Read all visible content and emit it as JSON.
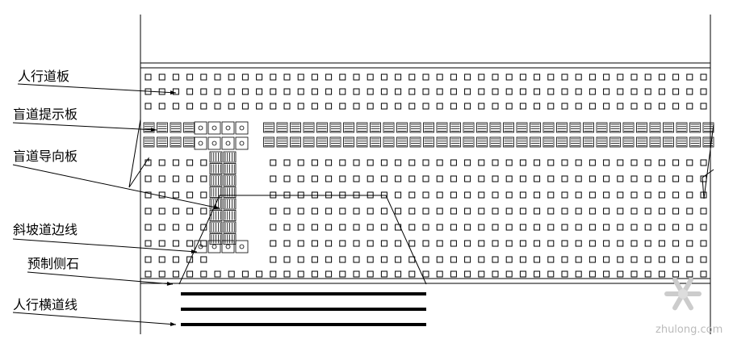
{
  "labels": {
    "sidewalk_slab": "人行道板",
    "blind_warning_slab": "盲道提示板",
    "blind_guide_slab": "盲道导向板",
    "ramp_edge_line": "斜坡道边线",
    "precast_curb": "预制侧石",
    "crosswalk_line": "人行横道线"
  },
  "watermark": {
    "text": "zhulong.com"
  }
}
